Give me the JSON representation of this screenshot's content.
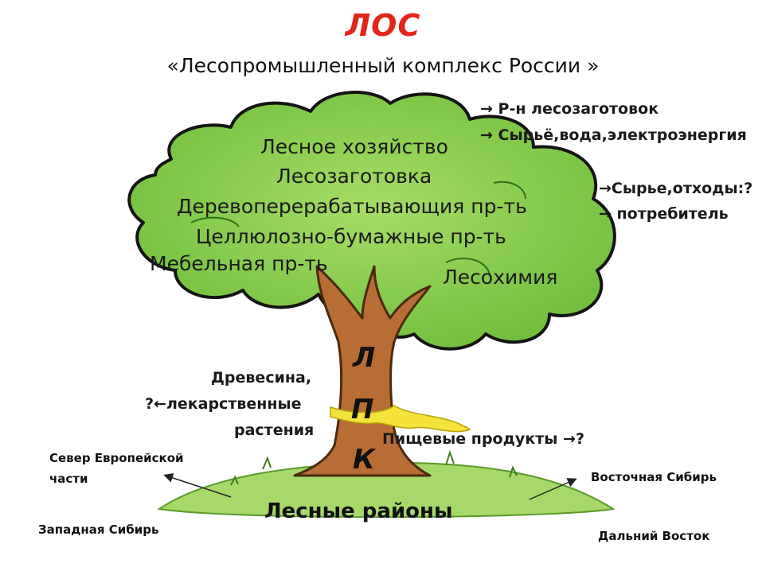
{
  "title": "ЛОС",
  "subtitle": "«Лесопромышленный комплекс  России »",
  "crown_items": [
    "Лесное хозяйство",
    "Лесозаготовка",
    "Деревоперерабатывающия пр-ть",
    "Целлюлозно-бумажные пр-ть",
    "Мебельная пр-ть",
    "Лесохимия"
  ],
  "right_notes": [
    "→ Р-н лесозаготовок",
    "→ Сырьё,вода,электроэнергия",
    "→Сырье,отходы:?",
    "→  потребитель"
  ],
  "trunk_letters": [
    "Л",
    "П",
    "К"
  ],
  "left_notes": [
    "Древесина,",
    "?←лекарственные",
    "растения"
  ],
  "food_note": "Пищевые продукты →?",
  "ground_label": "Лесные районы",
  "regions": {
    "north_europe": [
      "Север Европейской",
      "части"
    ],
    "west_siberia": "Западная Сибирь",
    "east_siberia": "Восточная Сибирь",
    "far_east": "Дальний Восток"
  },
  "colors": {
    "title_red": "#e3261c",
    "crown_green": "#8ed14f",
    "crown_outline": "#141414",
    "trunk_brown": "#b86d35",
    "ribbon_yellow": "#f2e23a",
    "grass_green": "#a7d86a"
  }
}
